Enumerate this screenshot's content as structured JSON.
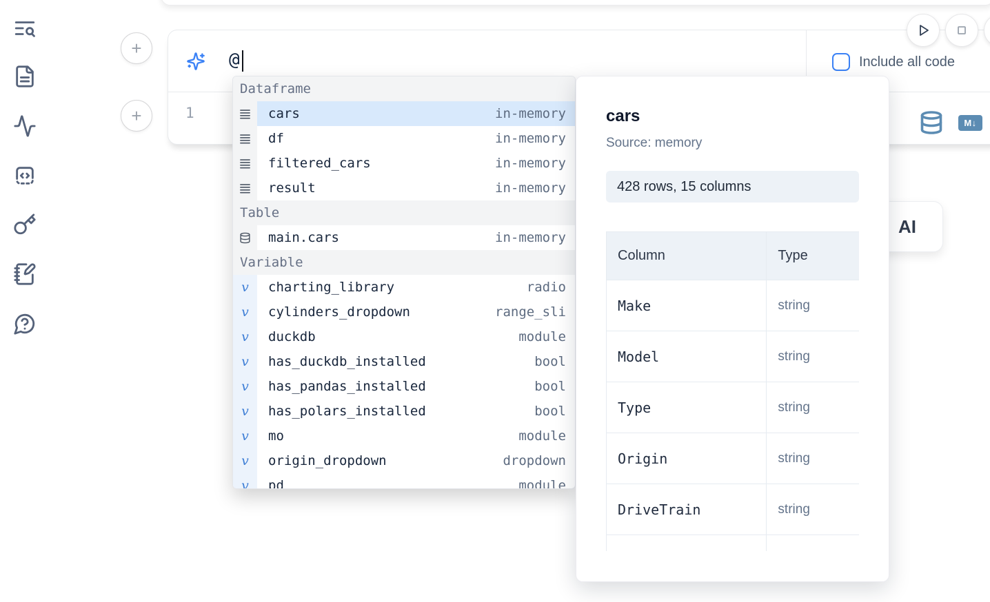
{
  "colors": {
    "accent_blue": "#3b82f6",
    "steel_blue": "#5c8cb3",
    "selection_bg": "#d8e9fc",
    "text_dark": "#1e2a3a",
    "text_muted": "#64748b"
  },
  "sidebar": {
    "icons": [
      "toc-search-icon",
      "document-icon",
      "activity-icon",
      "code-cell-icon",
      "key-icon",
      "scratchpad-icon",
      "help-icon"
    ]
  },
  "toolbar": {
    "add_cell_label": "+",
    "run_button_icon": "play-icon",
    "stop_button_icon": "stop-icon"
  },
  "ai_input": {
    "icon": "sparkles-icon",
    "value": "@",
    "include_all_code_label": "Include all code",
    "include_all_code_checked": false
  },
  "code_cell": {
    "line_number": "1",
    "db_icon": "database-icon",
    "markdown_badge": "M↓"
  },
  "ai_card": {
    "visible_label": "AI"
  },
  "autocomplete": {
    "rows": [
      {
        "kind": "header",
        "label": "Dataframe"
      },
      {
        "kind": "item",
        "icon": "rows",
        "name": "cars",
        "type": "in-memory",
        "selected": true
      },
      {
        "kind": "item",
        "icon": "rows",
        "name": "df",
        "type": "in-memory"
      },
      {
        "kind": "item",
        "icon": "rows",
        "name": "filtered_cars",
        "type": "in-memory"
      },
      {
        "kind": "item",
        "icon": "rows",
        "name": "result",
        "type": "in-memory"
      },
      {
        "kind": "header",
        "label": "Table"
      },
      {
        "kind": "item",
        "icon": "db",
        "name": "main.cars",
        "type": "in-memory"
      },
      {
        "kind": "header",
        "label": "Variable"
      },
      {
        "kind": "item",
        "icon": "var",
        "name": "charting_library",
        "type": "radio"
      },
      {
        "kind": "item",
        "icon": "var",
        "name": "cylinders_dropdown",
        "type": "range_sli"
      },
      {
        "kind": "item",
        "icon": "var",
        "name": "duckdb",
        "type": "module"
      },
      {
        "kind": "item",
        "icon": "var",
        "name": "has_duckdb_installed",
        "type": "bool"
      },
      {
        "kind": "item",
        "icon": "var",
        "name": "has_pandas_installed",
        "type": "bool"
      },
      {
        "kind": "item",
        "icon": "var",
        "name": "has_polars_installed",
        "type": "bool"
      },
      {
        "kind": "item",
        "icon": "var",
        "name": "mo",
        "type": "module"
      },
      {
        "kind": "item",
        "icon": "var",
        "name": "origin_dropdown",
        "type": "dropdown"
      },
      {
        "kind": "item",
        "icon": "var",
        "name": "pd",
        "type": "module"
      }
    ]
  },
  "popup": {
    "title": "cars",
    "source": "Source: memory",
    "stats": "428 rows, 15 columns",
    "table": {
      "headers": [
        "Column",
        "Type"
      ],
      "rows": [
        [
          "Make",
          "string"
        ],
        [
          "Model",
          "string"
        ],
        [
          "Type",
          "string"
        ],
        [
          "Origin",
          "string"
        ],
        [
          "DriveTrain",
          "string"
        ]
      ],
      "partial_row": true
    }
  }
}
